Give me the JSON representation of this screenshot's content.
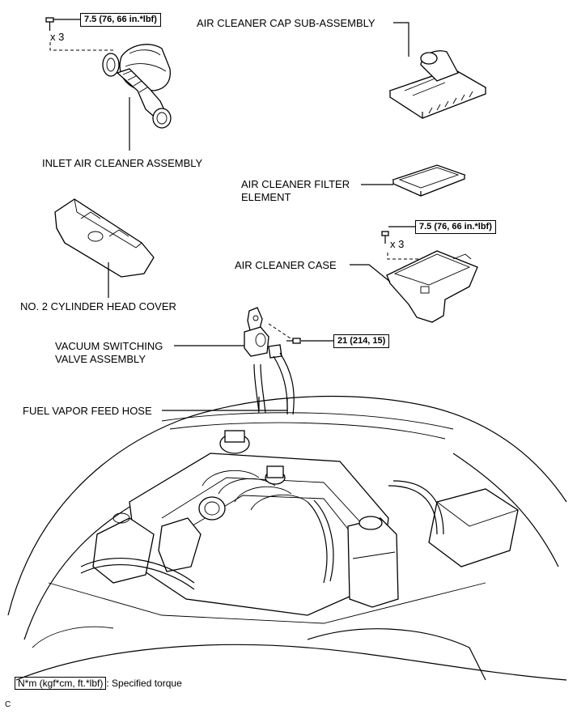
{
  "labels": {
    "air_cleaner_cap": "AIR CLEANER CAP SUB-ASSEMBLY",
    "inlet_air_cleaner": "INLET AIR CLEANER ASSEMBLY",
    "filter_line1": "AIR CLEANER FILTER",
    "filter_line2": "ELEMENT",
    "no2_cover": "NO. 2 CYLINDER HEAD COVER",
    "air_cleaner_case": "AIR CLEANER CASE",
    "vsv_line1": "VACUUM SWITCHING",
    "vsv_line2": "VALVE ASSEMBLY",
    "fuel_vapor_hose": "FUEL VAPOR FEED HOSE"
  },
  "torque": {
    "inlet_bolt": "7.5 (76, 66 in.*lbf)",
    "case_bolt": "7.5 (76, 66 in.*lbf)",
    "vsv_bolt": "21 (214, 15)"
  },
  "quantity": {
    "inlet_bolt": "x 3",
    "case_bolt": "x 3"
  },
  "legend": {
    "key": "N*m (kgf*cm, ft.*lbf)",
    "description": ": Specified torque"
  },
  "corner_mark": "C"
}
